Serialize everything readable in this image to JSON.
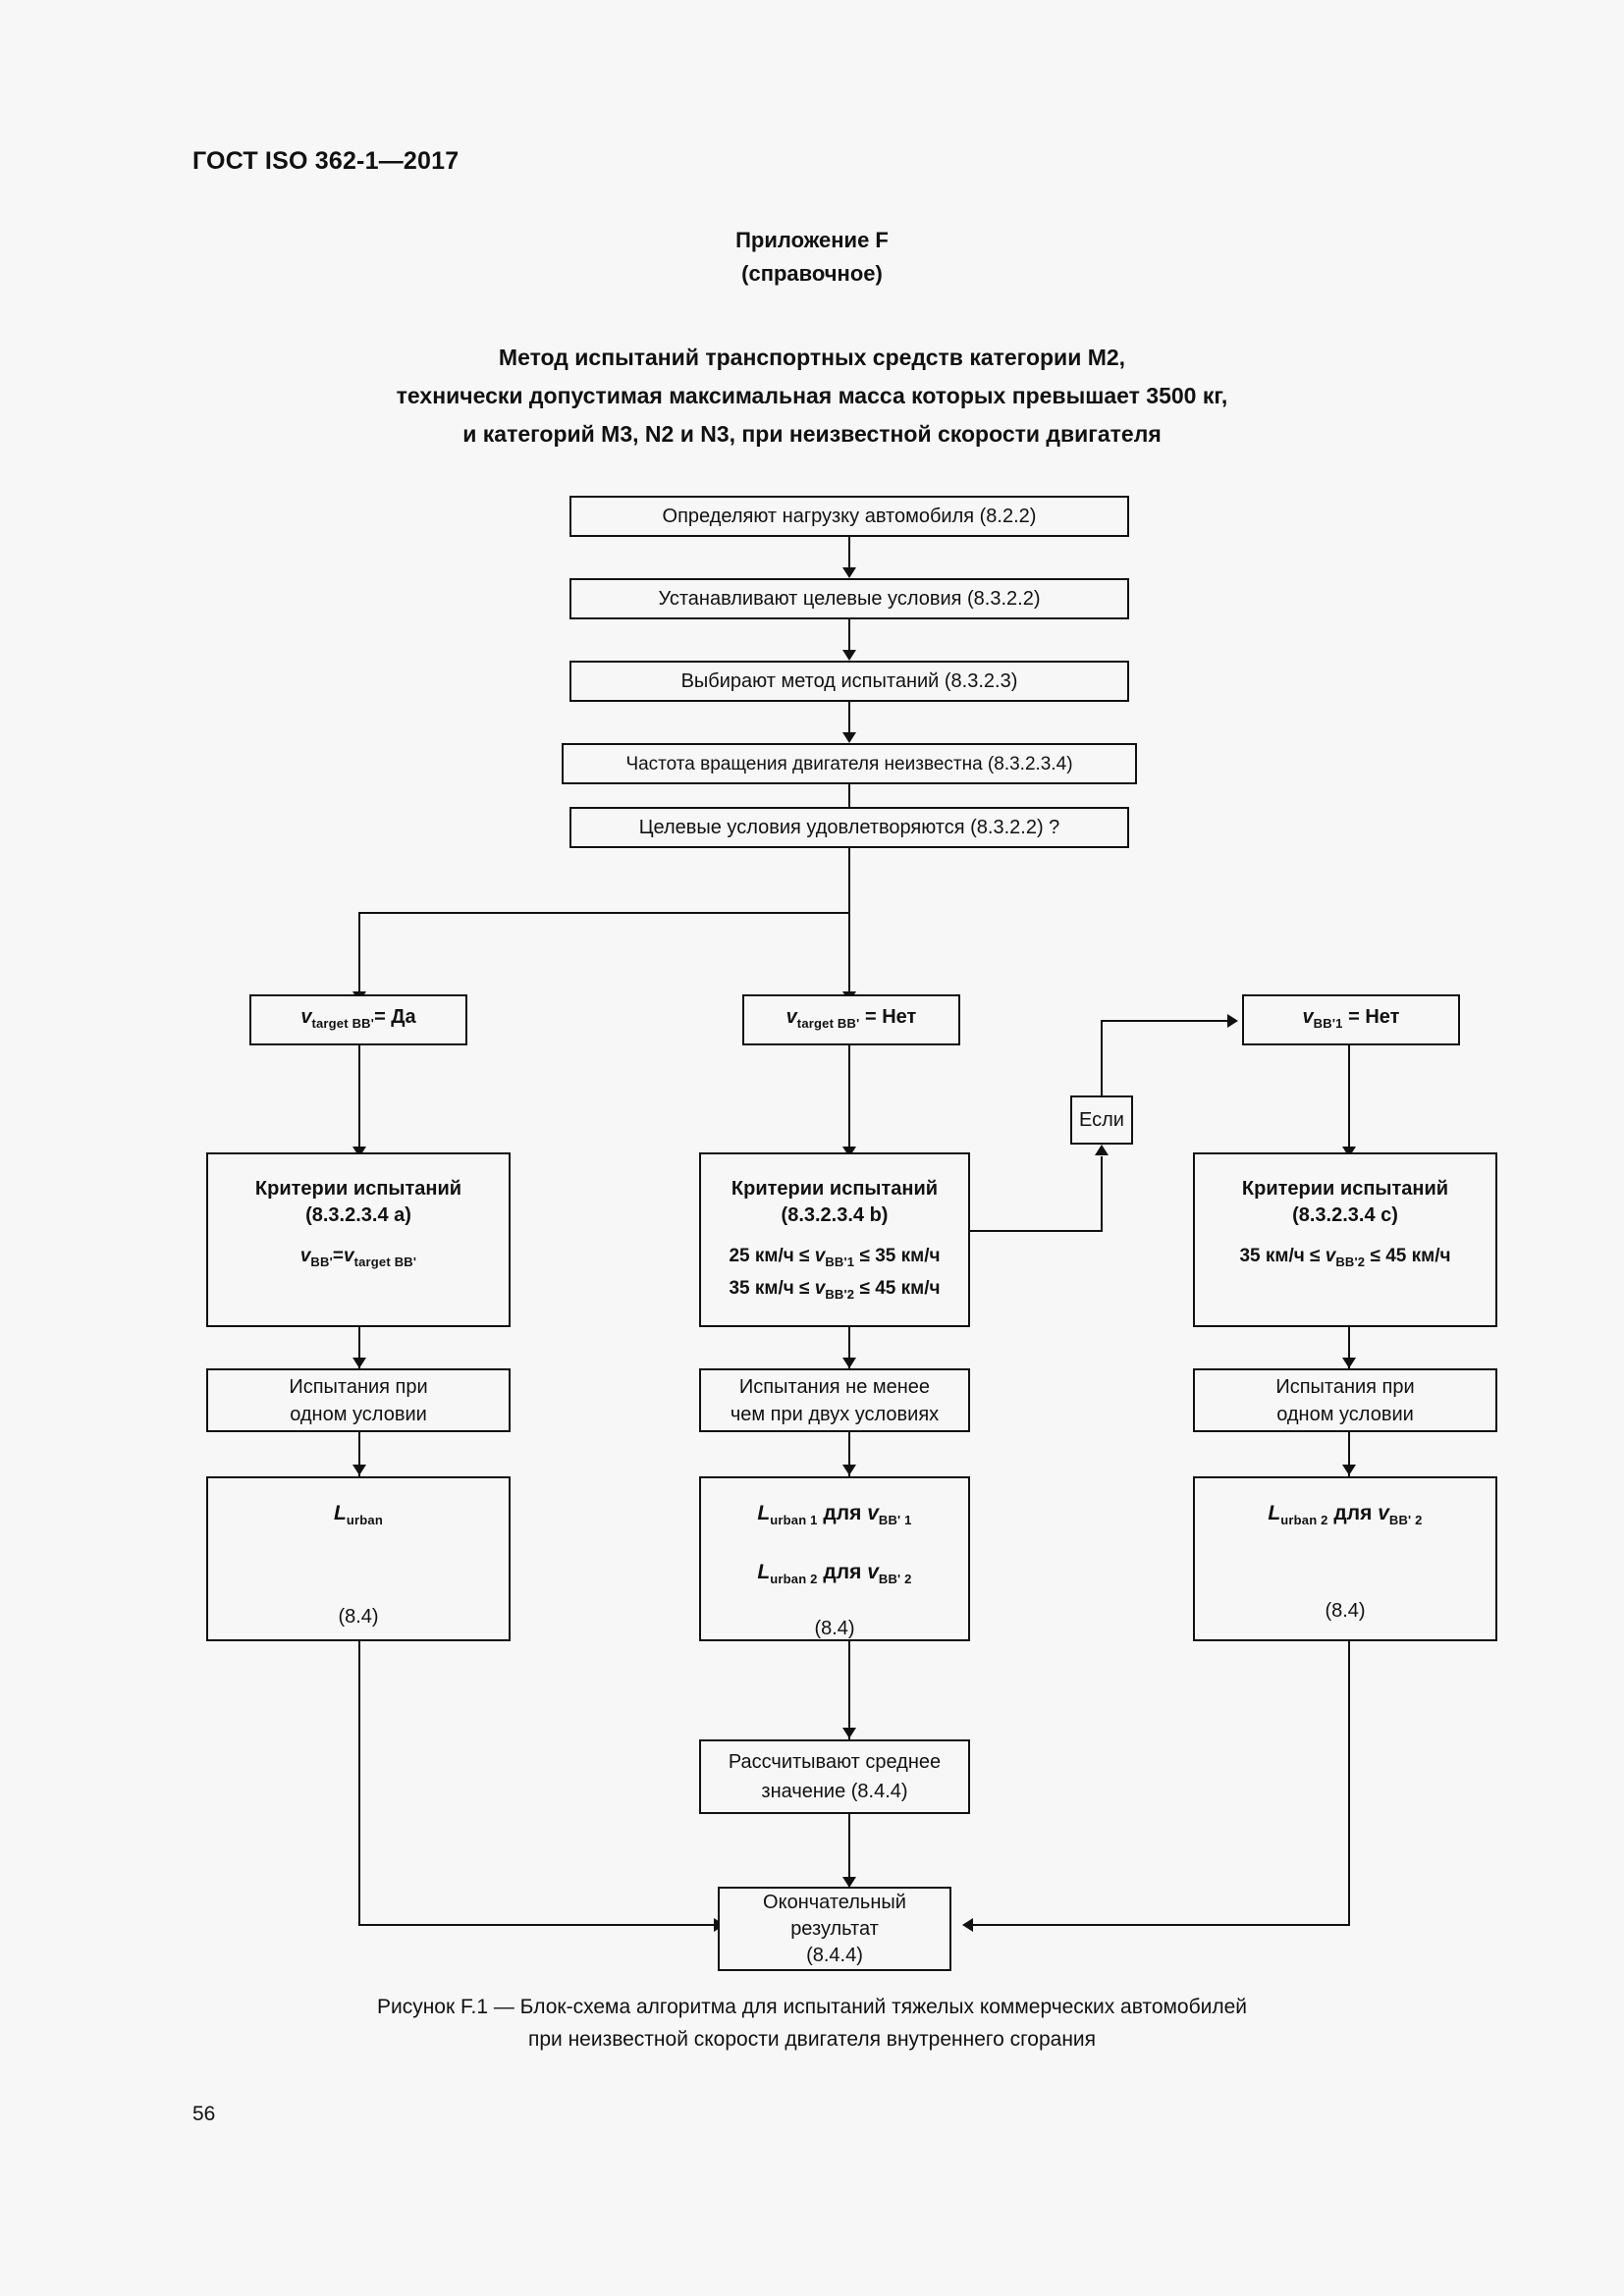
{
  "document": {
    "header": "ГОСТ ISO 362-1—2017",
    "page_number": "56"
  },
  "annex": {
    "line1": "Приложение F",
    "line2": "(справочное)"
  },
  "title": {
    "line1": "Метод испытаний транспортных средств категории M2,",
    "line2": "технически допустимая максимальная масса которых превышает 3500 кг,",
    "line3": "и категорий M3, N2 и N3, при неизвестной скорости двигателя"
  },
  "flowchart": {
    "step1": "Определяют нагрузку автомобиля (8.2.2)",
    "step2": "Устанавливают целевые условия (8.3.2.2)",
    "step3": "Выбирают метод испытаний (8.3.2.3)",
    "step4": "Частота вращения двигателя неизвестна (8.3.2.3.4)",
    "step5": "Целевые условия удовлетворяются (8.3.2.2) ?",
    "branch_left": {
      "var": "v",
      "var_sub": "target BB'",
      "value": "= Да"
    },
    "branch_mid": {
      "var": "v",
      "var_sub": "target BB'",
      "value": "= Нет"
    },
    "branch_right": {
      "var": "v",
      "var_sub": "BB'1",
      "value": "= Нет"
    },
    "if_box": "Если",
    "criteria_left": {
      "title": "Критерии испытаний",
      "ref": "(8.3.2.3.4 a)",
      "eq_v1": "v",
      "eq_v1_sub": "BB'",
      "eq_op": "=",
      "eq_v2": "v",
      "eq_v2_sub": "target BB'"
    },
    "criteria_mid": {
      "title": "Критерии испытаний",
      "ref": "(8.3.2.3.4 b)",
      "cond1_pre": "25 км/ч ≤ ",
      "cond1_var": "v",
      "cond1_sub": "BB'1",
      "cond1_post": " ≤ 35 км/ч",
      "cond2_pre": "35 км/ч ≤ ",
      "cond2_var": "v",
      "cond2_sub": "BB'2",
      "cond2_post": " ≤ 45 км/ч"
    },
    "criteria_right": {
      "title": "Критерии испытаний",
      "ref": "(8.3.2.3.4 c)",
      "cond1_pre": "35 км/ч ≤ ",
      "cond1_var": "v",
      "cond1_sub": "BB'2",
      "cond1_post": " ≤ 45 км/ч"
    },
    "test_left": {
      "line1": "Испытания при",
      "line2": "одном условии"
    },
    "test_mid": {
      "line1": "Испытания не менее",
      "line2": "чем при двух условиях"
    },
    "test_right": {
      "line1": "Испытания при",
      "line2": "одном условии"
    },
    "result_left": {
      "sym": "L",
      "sym_sub": "urban",
      "ref": "(8.4)"
    },
    "result_mid": {
      "r1_sym": "L",
      "r1_sub": "urban 1",
      "r1_mid": " для ",
      "r1_var": "v",
      "r1_var_sub": "BB' 1",
      "r2_sym": "L",
      "r2_sub": "urban 2",
      "r2_mid": " для ",
      "r2_var": "v",
      "r2_var_sub": "BB' 2",
      "ref": "(8.4)"
    },
    "result_right": {
      "r1_sym": "L",
      "r1_sub": "urban 2",
      "r1_mid": " для ",
      "r1_var": "v",
      "r1_var_sub": "BB' 2",
      "ref": "(8.4)"
    },
    "average": {
      "line1": "Рассчитывают среднее",
      "line2": "значение (8.4.4)"
    },
    "final": {
      "line1": "Окончательный",
      "line2": "результат",
      "line3": "(8.4.4)"
    }
  },
  "caption": {
    "line1": "Рисунок F.1 — Блок-схема алгоритма для испытаний тяжелых коммерческих автомобилей",
    "line2": "при неизвестной скорости двигателя внутреннего сгорания"
  }
}
